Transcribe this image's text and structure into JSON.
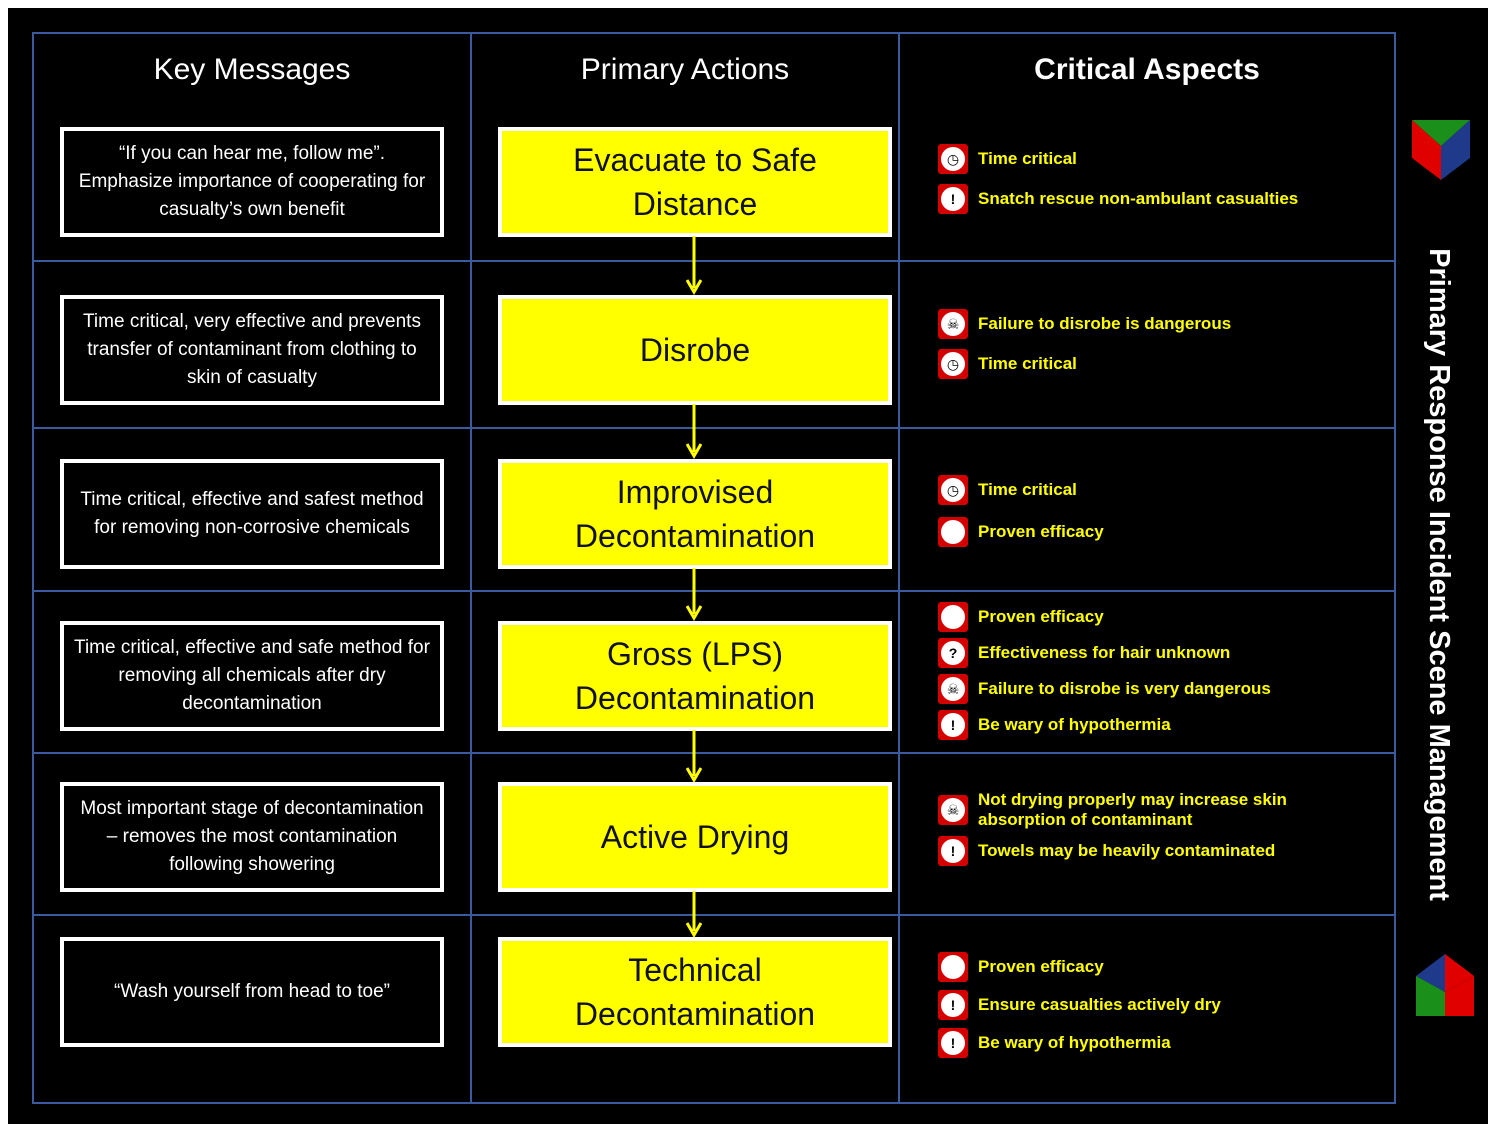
{
  "headers": {
    "key_messages": "Key Messages",
    "primary_actions": "Primary Actions",
    "critical_aspects": "Critical Aspects"
  },
  "side_title": "Primary Response Incident Scene Management",
  "colors": {
    "background": "#000000",
    "grid": "#3b5b9e",
    "action_fill": "#ffff00",
    "aspect_text": "#ffff00",
    "icon_red": "#d40000",
    "logo_red": "#e00000",
    "logo_green": "#1a8f1a",
    "logo_blue": "#1f3a8a"
  },
  "rows": [
    {
      "message": "“If you can hear me, follow me”. Emphasize importance of cooperating for casualty’s own benefit",
      "action": "Evacuate to Safe Distance",
      "aspects": [
        {
          "icon": "clock-icon",
          "text": "Time critical"
        },
        {
          "icon": "exclamation-icon",
          "text": "Snatch rescue non-ambulant casualties"
        }
      ]
    },
    {
      "message": "Time critical, very effective and prevents transfer of contaminant from clothing to skin of casualty",
      "action": "Disrobe",
      "aspects": [
        {
          "icon": "skull-icon",
          "text": "Failure to disrobe is dangerous"
        },
        {
          "icon": "clock-icon",
          "text": "Time critical"
        }
      ]
    },
    {
      "message": "Time critical, effective and safest method for removing non-corrosive chemicals",
      "action": "Improvised Decontamination",
      "aspects": [
        {
          "icon": "clock-icon",
          "text": "Time critical"
        },
        {
          "icon": "check-icon",
          "text": "Proven efficacy"
        }
      ]
    },
    {
      "message": "Time critical, effective and safe method for removing all chemicals after dry decontamination",
      "action": "Gross (LPS) Decontamination",
      "aspects": [
        {
          "icon": "check-icon",
          "text": "Proven efficacy"
        },
        {
          "icon": "question-icon",
          "text": "Effectiveness for hair unknown"
        },
        {
          "icon": "skull-icon",
          "text": "Failure to disrobe is very dangerous"
        },
        {
          "icon": "exclamation-icon",
          "text": "Be wary of hypothermia"
        }
      ]
    },
    {
      "message": "Most important stage of decontamination – removes the most contamination following showering",
      "action": "Active Drying",
      "aspects": [
        {
          "icon": "skull-icon",
          "text": "Not drying properly may increase skin absorption of contaminant"
        },
        {
          "icon": "exclamation-icon",
          "text": "Towels may be heavily contaminated"
        }
      ]
    },
    {
      "message": "“Wash yourself from head to toe”",
      "action": "Technical Decontamination",
      "aspects": [
        {
          "icon": "check-icon",
          "text": "Proven efficacy"
        },
        {
          "icon": "exclamation-icon",
          "text": "Ensure casualties actively dry"
        },
        {
          "icon": "exclamation-icon",
          "text": "Be wary of hypothermia"
        }
      ]
    }
  ]
}
